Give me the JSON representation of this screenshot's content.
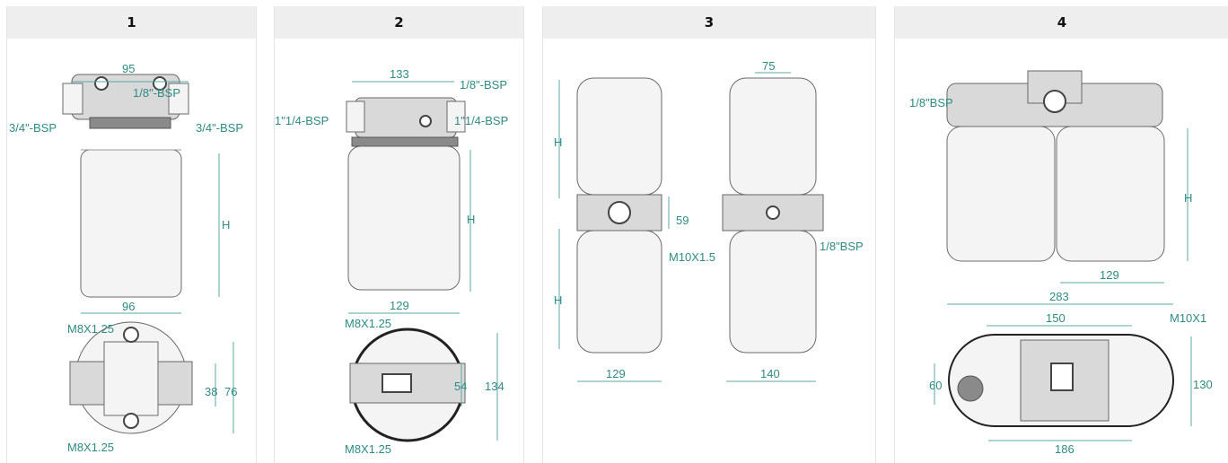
{
  "colors": {
    "dimension": "#2e8b84",
    "header_bg": "#eeeeee",
    "body": "#f4f4f4"
  },
  "panels": [
    {
      "title": "1",
      "labels": {
        "w95": "95",
        "bsp18": "1/8\"-BSP",
        "bsp34_left": "3/4\"-BSP",
        "bsp34_right": "3/4\"-BSP",
        "h": "H",
        "w96": "96",
        "m8_top": "M8X1.25",
        "d38": "38",
        "d76": "76",
        "m8_bottom": "M8X1.25"
      }
    },
    {
      "title": "2",
      "labels": {
        "w133": "133",
        "bsp18": "1/8\"-BSP",
        "bsp114_left": "1\"1/4-BSP",
        "bsp114_right": "1\"1/4-BSP",
        "h": "H",
        "w129": "129",
        "m8_top": "M8X1.25",
        "d54": "54",
        "d134": "134",
        "m8_bottom": "M8X1.25"
      }
    },
    {
      "title": "3",
      "labels": {
        "h_top": "H",
        "h_bottom": "H",
        "d59": "59",
        "m10": "M10X1.5",
        "w129": "129",
        "w75": "75",
        "bsp18": "1/8\"BSP",
        "w140": "140"
      }
    },
    {
      "title": "4",
      "labels": {
        "bsp18": "1/8\"BSP",
        "h": "H",
        "w129": "129",
        "w283": "283",
        "w150": "150",
        "m10": "M10X1",
        "d60": "60",
        "d130": "130",
        "w186": "186"
      }
    }
  ]
}
